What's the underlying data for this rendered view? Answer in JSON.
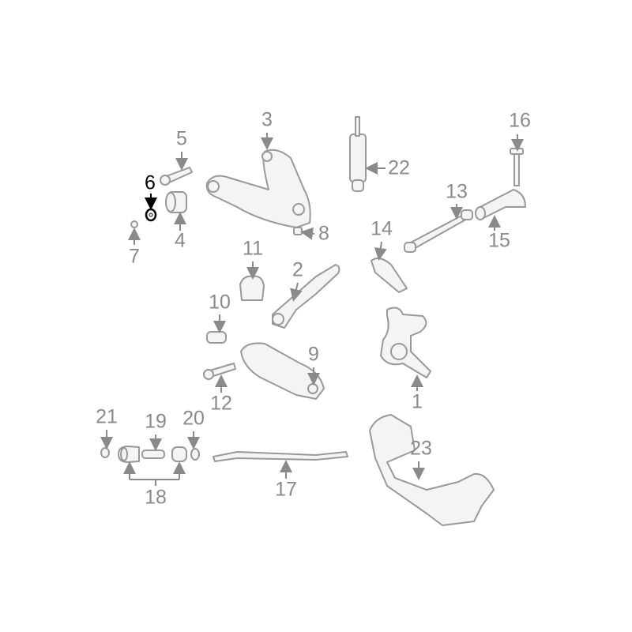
{
  "diagram": {
    "highlighted_part": "6",
    "colors": {
      "part_line": "#8a8a8a",
      "highlight": "#000000",
      "part_fill": "#f4f4f4"
    },
    "callouts": [
      {
        "id": "1",
        "label": "1",
        "part": "steering-knuckle"
      },
      {
        "id": "2",
        "label": "2",
        "part": "strut-rod"
      },
      {
        "id": "3",
        "label": "3",
        "part": "upper-control-arm"
      },
      {
        "id": "4",
        "label": "4",
        "part": "bushing"
      },
      {
        "id": "5",
        "label": "5",
        "part": "bolt"
      },
      {
        "id": "6",
        "label": "6",
        "part": "washer"
      },
      {
        "id": "7",
        "label": "7",
        "part": "fitting"
      },
      {
        "id": "8",
        "label": "8",
        "part": "ball-joint-stud"
      },
      {
        "id": "9",
        "label": "9",
        "part": "lower-ball-joint"
      },
      {
        "id": "10",
        "label": "10",
        "part": "bushing"
      },
      {
        "id": "11",
        "label": "11",
        "part": "bumper"
      },
      {
        "id": "12",
        "label": "12",
        "part": "bolt"
      },
      {
        "id": "13",
        "label": "13",
        "part": "stabilizer-link"
      },
      {
        "id": "14",
        "label": "14",
        "part": "bracket"
      },
      {
        "id": "15",
        "label": "15",
        "part": "bracket"
      },
      {
        "id": "16",
        "label": "16",
        "part": "bolt"
      },
      {
        "id": "17",
        "label": "17",
        "part": "stabilizer-bar"
      },
      {
        "id": "18",
        "label": "18",
        "part": "bushing-kit"
      },
      {
        "id": "19",
        "label": "19",
        "part": "spacer"
      },
      {
        "id": "20",
        "label": "20",
        "part": "washer"
      },
      {
        "id": "21",
        "label": "21",
        "part": "cap"
      },
      {
        "id": "22",
        "label": "22",
        "part": "shock-absorber"
      },
      {
        "id": "23",
        "label": "23",
        "part": "crossmember"
      }
    ]
  }
}
